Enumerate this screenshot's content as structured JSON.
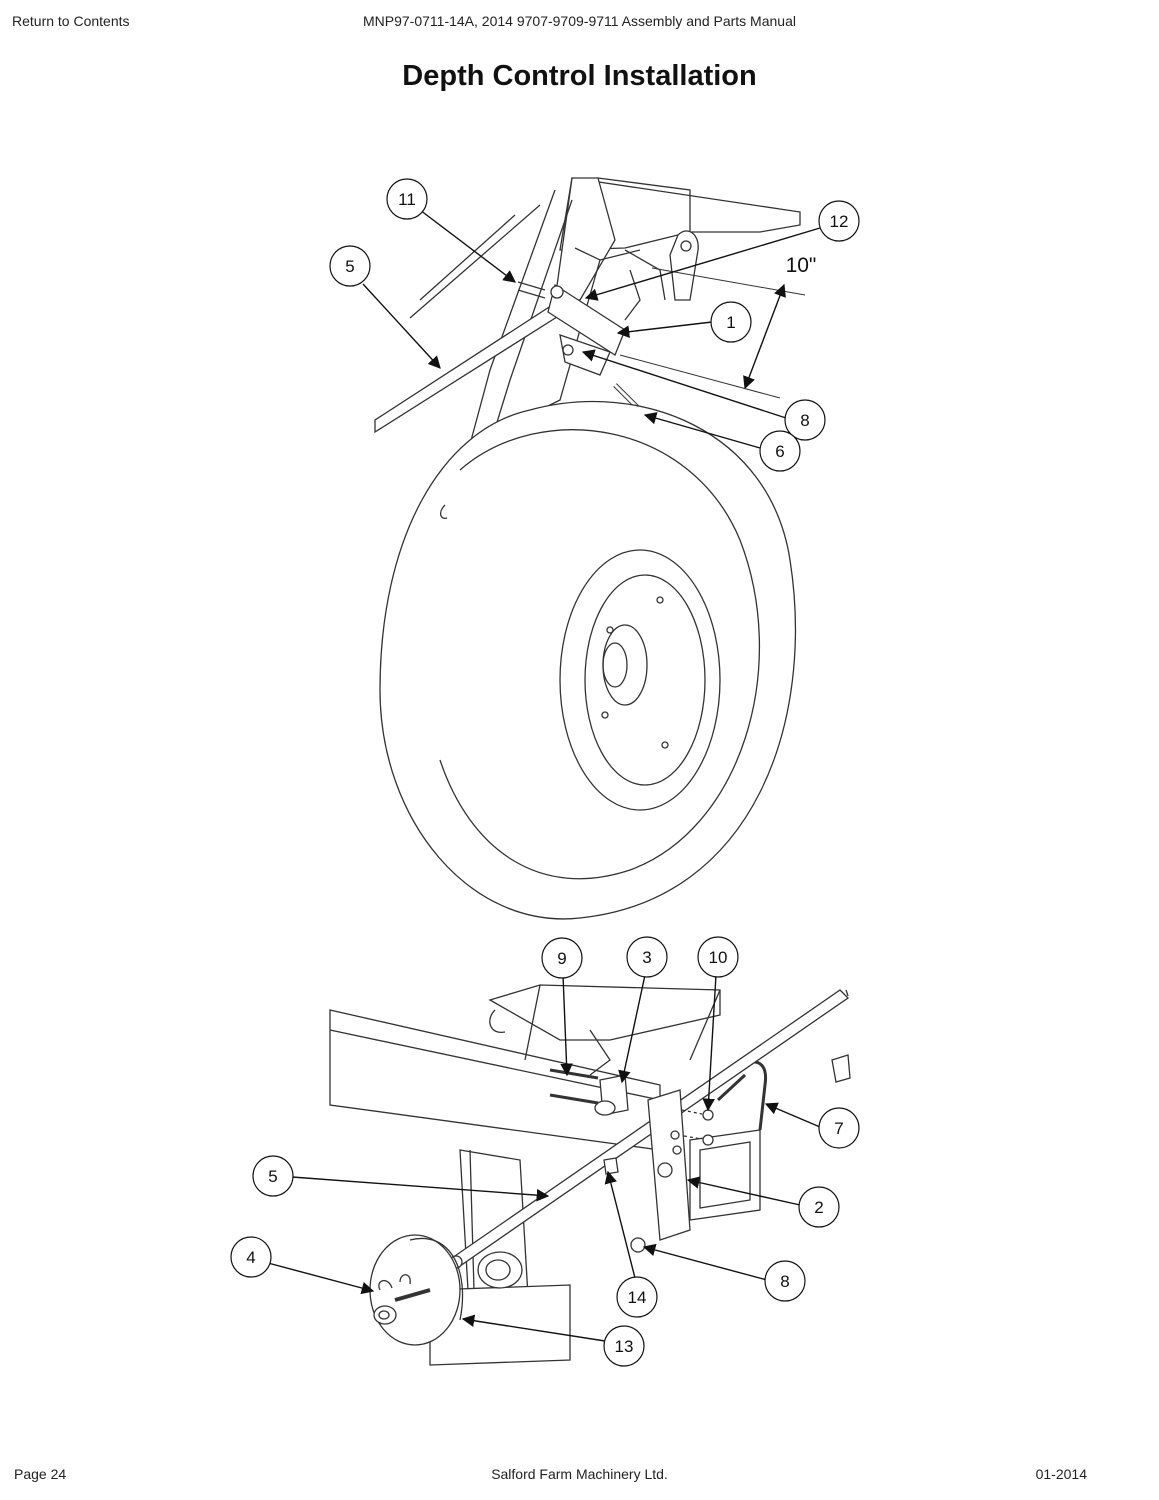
{
  "header": {
    "return_link": "Return to Contents",
    "manual_title": "MNP97-0711-14A, 2014 9707-9709-9711 Assembly and Parts Manual"
  },
  "page_title": "Depth Control Installation",
  "figure": {
    "dimension_label": "10\"",
    "top_callouts": [
      "11",
      "12",
      "5",
      "1",
      "8",
      "6"
    ],
    "bottom_callouts": [
      "9",
      "3",
      "10",
      "7",
      "5",
      "2",
      "4",
      "8",
      "14",
      "13"
    ]
  },
  "footer": {
    "page": "Page 24",
    "company": "Salford Farm Machinery Ltd.",
    "date": "01-2014"
  }
}
